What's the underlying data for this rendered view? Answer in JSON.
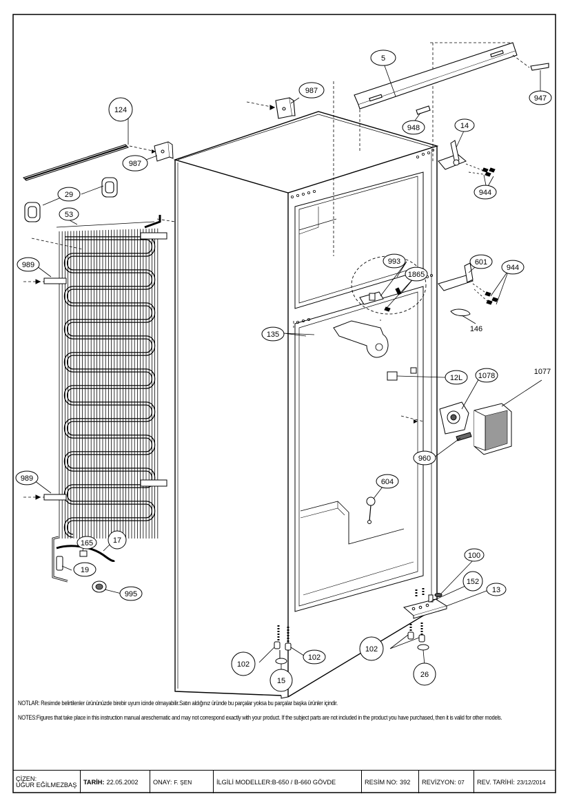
{
  "callouts": [
    {
      "id": "c5",
      "label": "5"
    },
    {
      "id": "c947",
      "label": "947"
    },
    {
      "id": "c948",
      "label": "948"
    },
    {
      "id": "c987a",
      "label": "987"
    },
    {
      "id": "c987b",
      "label": "987"
    },
    {
      "id": "c124",
      "label": "124"
    },
    {
      "id": "c14",
      "label": "14"
    },
    {
      "id": "c944a",
      "label": "944"
    },
    {
      "id": "c29",
      "label": "29"
    },
    {
      "id": "c53",
      "label": "53"
    },
    {
      "id": "c989a",
      "label": "989"
    },
    {
      "id": "c993",
      "label": "993"
    },
    {
      "id": "c1865",
      "label": "1865"
    },
    {
      "id": "c601",
      "label": "601"
    },
    {
      "id": "c944b",
      "label": "944"
    },
    {
      "id": "c146",
      "label": "146"
    },
    {
      "id": "c135",
      "label": "135"
    },
    {
      "id": "c12L",
      "label": "12L"
    },
    {
      "id": "c1078",
      "label": "1078"
    },
    {
      "id": "c1077",
      "label": "1077"
    },
    {
      "id": "c960",
      "label": "960"
    },
    {
      "id": "c989b",
      "label": "989"
    },
    {
      "id": "c604",
      "label": "604"
    },
    {
      "id": "c17",
      "label": "17"
    },
    {
      "id": "c165",
      "label": "165"
    },
    {
      "id": "c19",
      "label": "19"
    },
    {
      "id": "c995",
      "label": "995"
    },
    {
      "id": "c100",
      "label": "100"
    },
    {
      "id": "c152",
      "label": "152"
    },
    {
      "id": "c13",
      "label": "13"
    },
    {
      "id": "c102a",
      "label": "102"
    },
    {
      "id": "c102b",
      "label": "102"
    },
    {
      "id": "c102c",
      "label": "102"
    },
    {
      "id": "c15",
      "label": "15"
    },
    {
      "id": "c26",
      "label": "26"
    }
  ],
  "notes": {
    "notlar": "NOTLAR: Resimde belirtilenler ürününüzde birebir  uyum icinde olmayabilir.Satın aldığınız üründe bu parçalar yoksa bu parçalar başka ürünler içindir.",
    "notes": "NOTES:Figures that take place in this instruction manual areschematic  and may not correspond exactly with your product.  If the subject parts are not included in the product you have purchased, then it is valid for other models."
  },
  "title_block": {
    "cizen_label": "ÇİZEN:",
    "cizen_value": "UĞUR EĞİLMEZBAŞ",
    "tarih_label": "TARİH:",
    "tarih_value": "22.05.2002",
    "onay_label": "ONAY:",
    "onay_value": "F. ŞEN",
    "modeller": "İLGİLİ MODELLER:B-650 / B-660 GÖVDE",
    "resim_label": "RESİM NO:",
    "resim_value": "392",
    "revizyon_label": "REVİZYON:",
    "revizyon_value": "07",
    "rev_tarihi_label": "REV. TARİHİ:",
    "rev_tarihi_value": "23/12/2014"
  }
}
